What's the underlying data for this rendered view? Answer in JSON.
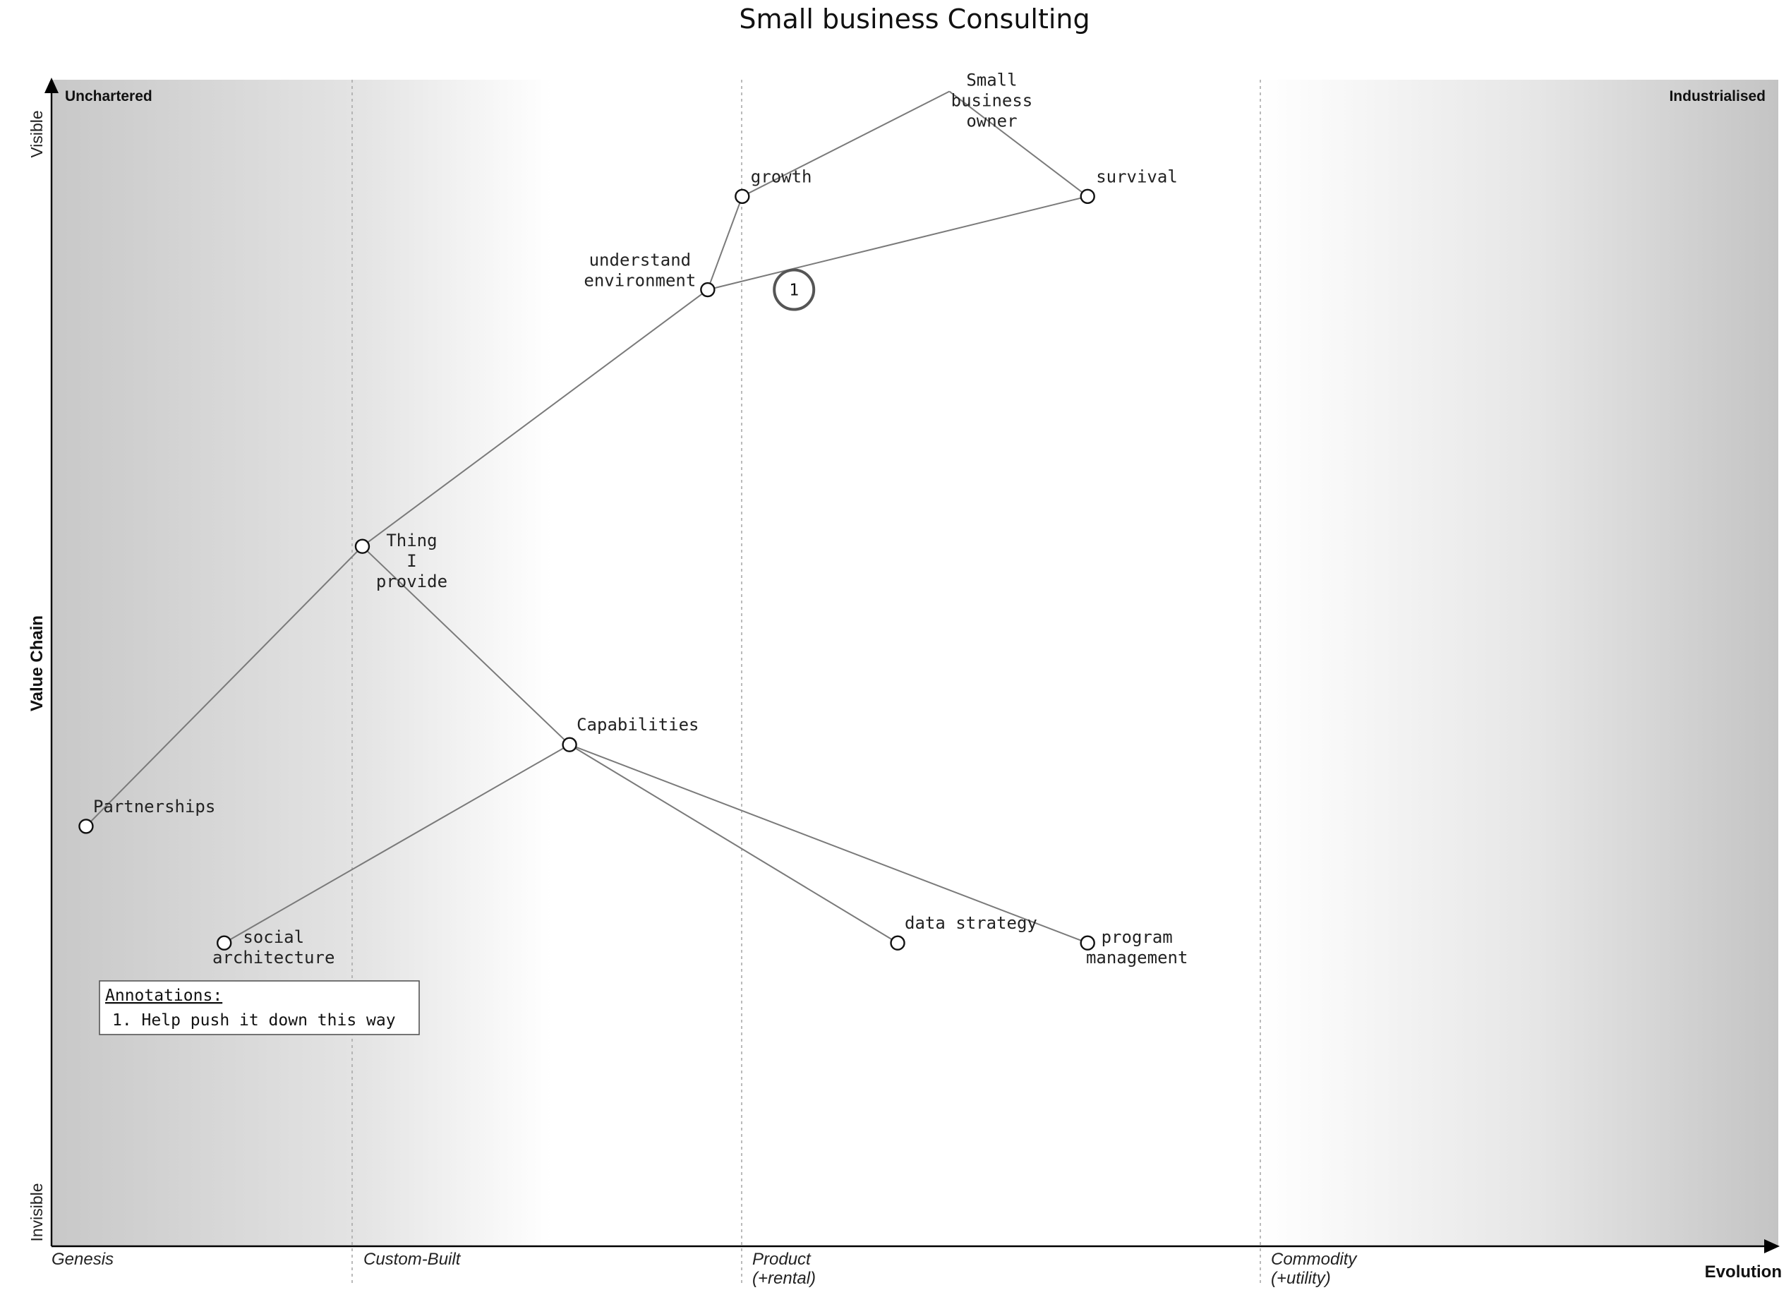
{
  "title": "Small business Consulting",
  "axes": {
    "y_title": "Value Chain",
    "y_top": "Visible",
    "y_bottom": "Invisible",
    "x_title": "Evolution"
  },
  "corners": {
    "left": "Unchartered",
    "right": "Industrialised"
  },
  "stages": [
    {
      "line1": "Genesis",
      "line2": ""
    },
    {
      "line1": "Custom-Built",
      "line2": ""
    },
    {
      "line1": "Product",
      "line2": "(+rental)"
    },
    {
      "line1": "Commodity",
      "line2": "(+utility)"
    }
  ],
  "components": [
    {
      "id": "owner",
      "label": [
        "Small",
        "business",
        "owner"
      ],
      "visibility": 0.99,
      "maturity": 0.52,
      "marker": false
    },
    {
      "id": "growth",
      "label": [
        "growth"
      ],
      "visibility": 0.9,
      "maturity": 0.4,
      "marker": true
    },
    {
      "id": "survival",
      "label": [
        "survival"
      ],
      "visibility": 0.9,
      "maturity": 0.6,
      "marker": true
    },
    {
      "id": "understand",
      "label": [
        "understand",
        "environment"
      ],
      "visibility": 0.82,
      "maturity": 0.38,
      "marker": true
    },
    {
      "id": "thing",
      "label": [
        "Thing",
        "I",
        "provide"
      ],
      "visibility": 0.6,
      "maturity": 0.18,
      "marker": true
    },
    {
      "id": "capabilities",
      "label": [
        "Capabilities"
      ],
      "visibility": 0.43,
      "maturity": 0.3,
      "marker": true
    },
    {
      "id": "partnerships",
      "label": [
        "Partnerships"
      ],
      "visibility": 0.36,
      "maturity": 0.02,
      "marker": true
    },
    {
      "id": "social",
      "label": [
        "social",
        "architecture"
      ],
      "visibility": 0.26,
      "maturity": 0.1,
      "marker": true
    },
    {
      "id": "data",
      "label": [
        "data strategy"
      ],
      "visibility": 0.26,
      "maturity": 0.49,
      "marker": true
    },
    {
      "id": "program",
      "label": [
        "program",
        "management"
      ],
      "visibility": 0.26,
      "maturity": 0.6,
      "marker": true
    }
  ],
  "links": [
    [
      "owner",
      "growth"
    ],
    [
      "owner",
      "survival"
    ],
    [
      "growth",
      "understand"
    ],
    [
      "survival",
      "understand"
    ],
    [
      "understand",
      "thing"
    ],
    [
      "thing",
      "partnerships"
    ],
    [
      "thing",
      "capabilities"
    ],
    [
      "capabilities",
      "social"
    ],
    [
      "capabilities",
      "data"
    ],
    [
      "capabilities",
      "program"
    ]
  ],
  "annotation_markers": [
    {
      "number": "1",
      "visibility": 0.82,
      "maturity": 0.43
    }
  ],
  "annotations": {
    "heading": "Annotations:",
    "items": [
      "1. Help push it down this way"
    ]
  }
}
